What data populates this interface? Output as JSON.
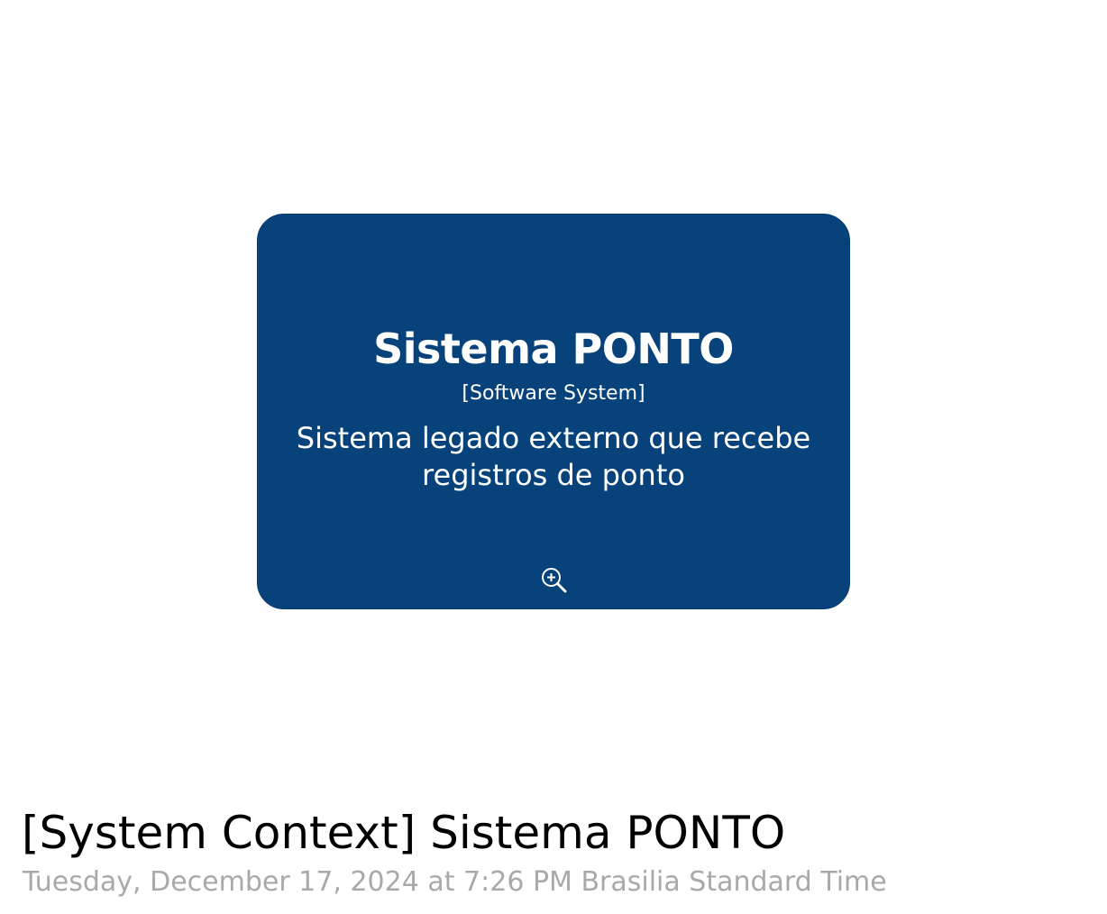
{
  "element": {
    "name": "Sistema PONTO",
    "type": "[Software System]",
    "description_lines": [
      "Sistema legado externo que recebe",
      "registros de ponto"
    ],
    "icon": "zoom-in-icon",
    "fill_color": "#08427b",
    "text_color": "#ffffff"
  },
  "diagram": {
    "title": "[System Context] Sistema PONTO",
    "timestamp": "Tuesday, December 17, 2024 at 7:26 PM Brasilia Standard Time",
    "timestamp_color": "#a9a9a9"
  }
}
